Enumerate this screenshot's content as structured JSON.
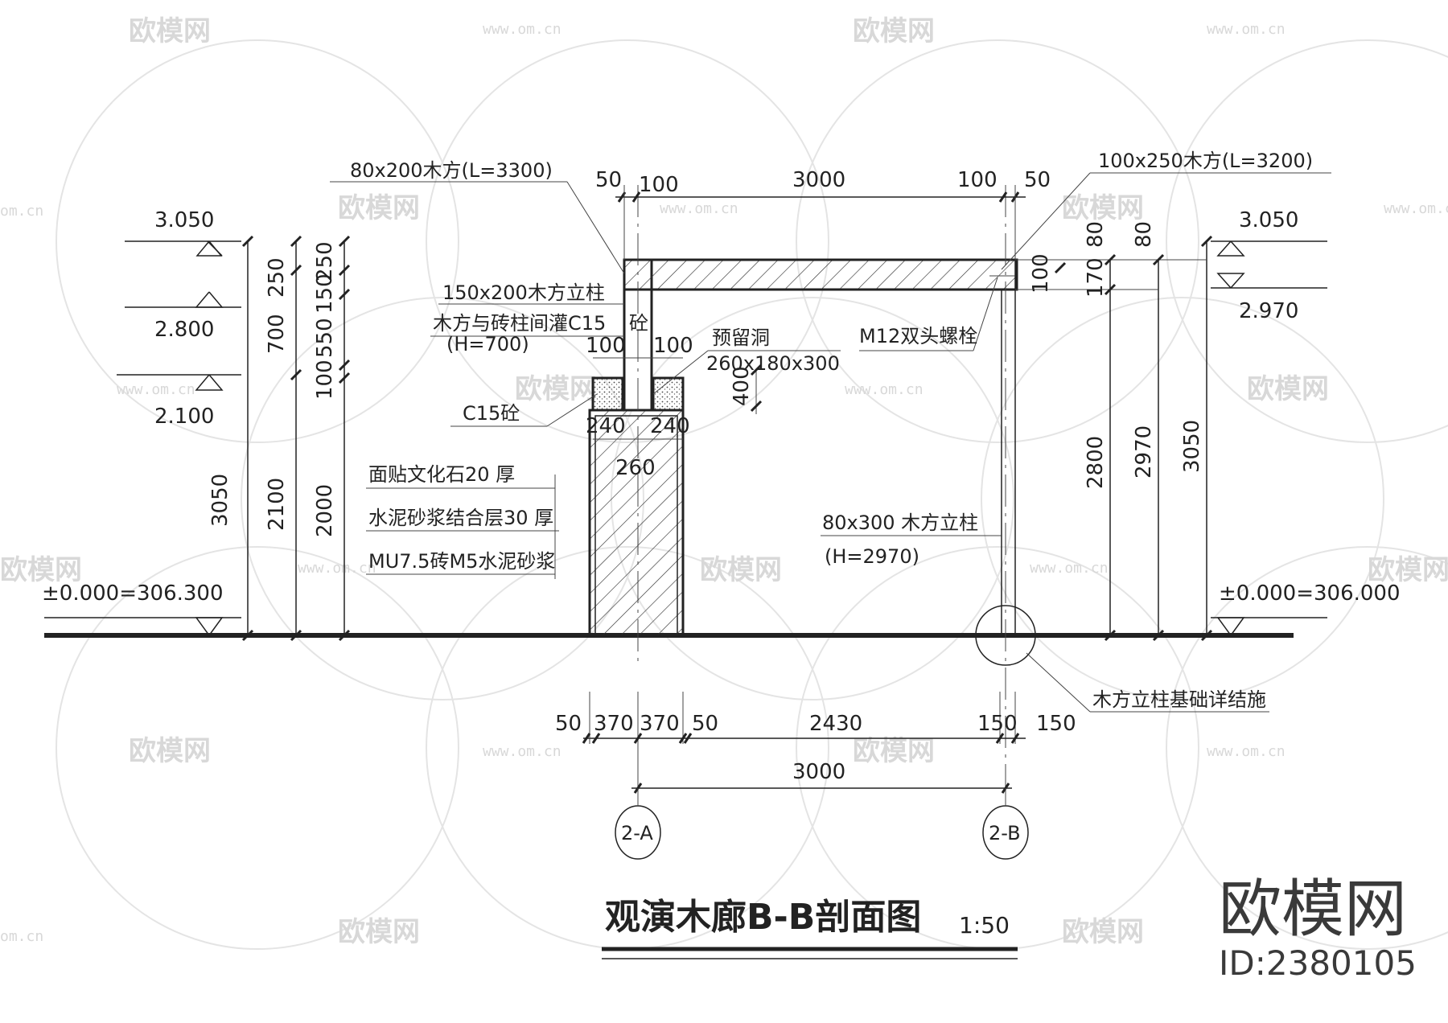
{
  "title": {
    "main": "观演木廊B-B剖面图",
    "scale": "1:50"
  },
  "brand": {
    "name": "欧模网",
    "id": "ID:2380105",
    "watermark_brand": "欧模网",
    "watermark_url": "www.om.cn",
    "watermark_short": "om.cn"
  },
  "levels": {
    "left_top": "3.050",
    "left_mid": "2.800",
    "left_low": "2.100",
    "left_base": "±0.000=306.300",
    "right_top": "3.050",
    "right_mid": "2.970",
    "right_base": "±0.000=306.000"
  },
  "annotations": {
    "beam_left": "80x200木方(L=3300)",
    "beam_right": "100x250木方(L=3200)",
    "post_1": "150x200木方立柱",
    "post_2": "木方与砖柱间灌C15",
    "post_2_suffix": "砼",
    "post_3": "(H=700)",
    "reserved_hole_1": "预留洞",
    "reserved_hole_2": "260x180x300",
    "bolt": "M12双头螺栓",
    "c15": "C15砼",
    "finish_1": "面贴文化石20  厚",
    "finish_2": "水泥砂浆结合层30  厚",
    "finish_3": "MU7.5砖M5水泥砂浆",
    "wood_post_1": "80x300 木方立柱",
    "wood_post_2": "(H=2970)",
    "foundation": "木方立柱基础详结施"
  },
  "dims": {
    "top": [
      "50",
      "100",
      "3000",
      "100",
      "50"
    ],
    "bottom": [
      "50",
      "370",
      "370",
      "50",
      "2430",
      "150",
      "150"
    ],
    "bottom_total": "3000",
    "inner": [
      "100",
      "100",
      "240",
      "240",
      "260",
      "400"
    ],
    "left_vert": [
      "250",
      "700",
      "3050",
      "250",
      "2100",
      "150",
      "550",
      "100",
      "2000"
    ],
    "right_vert": [
      "100",
      "80",
      "170",
      "80",
      "2800",
      "2970",
      "3050"
    ]
  },
  "axes": [
    "2-A",
    "2-B"
  ]
}
